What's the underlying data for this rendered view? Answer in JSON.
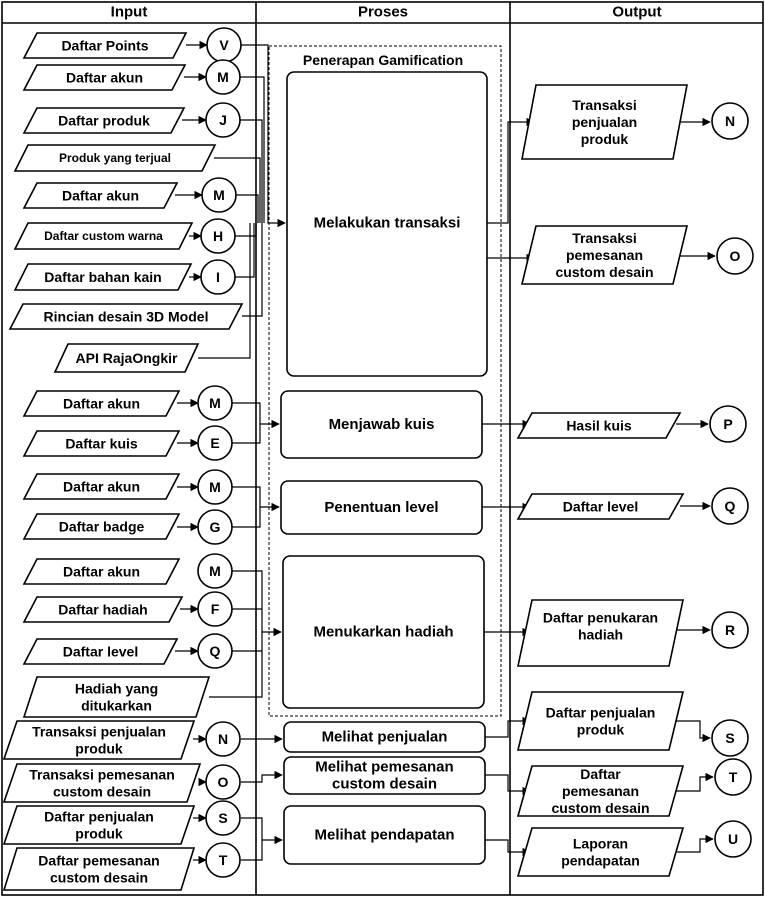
{
  "columns": {
    "input": "Input",
    "process": "Proses",
    "output": "Output"
  },
  "group_label": "Penerapan Gamification",
  "process_row": [
    [
      "Melakukan transaksi"
    ],
    [
      "Menjawab kuis"
    ],
    [
      "Penentuan level"
    ],
    [
      "Menukarkan hadiah"
    ],
    [
      "Melihat penjualan"
    ],
    [
      "Melihat pemesanan",
      "custom desain"
    ],
    [
      "Melihat pendapatan"
    ]
  ],
  "input_lines": [
    [
      "Daftar Points"
    ],
    [
      "Daftar akun"
    ],
    [
      "Daftar produk"
    ],
    [
      "Produk yang terjual"
    ],
    [
      "Daftar akun"
    ],
    [
      "Daftar custom warna"
    ],
    [
      "Daftar bahan kain"
    ],
    [
      "Rincian desain 3D Model"
    ],
    [
      "API RajaOngkir"
    ],
    [
      "Daftar akun"
    ],
    [
      "Daftar kuis"
    ],
    [
      "Daftar akun"
    ],
    [
      "Daftar badge"
    ],
    [
      "Daftar akun"
    ],
    [
      "Daftar hadiah"
    ],
    [
      "Daftar level"
    ],
    [
      "Hadiah yang",
      "ditukarkan"
    ],
    [
      "Transaksi penjualan",
      "produk"
    ],
    [
      "Transaksi pemesanan",
      "custom desain"
    ],
    [
      "Daftar penjualan",
      "produk"
    ],
    [
      "Daftar pemesanan",
      "custom desain"
    ]
  ],
  "input_connectors": [
    "V",
    "M",
    "J",
    "M",
    "H",
    "I",
    "M",
    "E",
    "M",
    "G",
    "M",
    "F",
    "Q",
    "N",
    "O",
    "S",
    "T"
  ],
  "output_lines": [
    [
      "Transaksi",
      "penjualan",
      "produk"
    ],
    [
      "Transaksi",
      "pemesanan",
      "custom desain"
    ],
    [
      "Hasil kuis"
    ],
    [
      "Daftar level"
    ],
    [
      "Daftar penukaran",
      "hadiah"
    ],
    [
      "Daftar penjualan",
      "produk"
    ],
    [
      "Daftar",
      "pemesanan",
      "custom desain"
    ],
    [
      "Laporan",
      "pendapatan"
    ]
  ],
  "output_connectors": [
    "N",
    "O",
    "P",
    "Q",
    "R",
    "S",
    "T",
    "U"
  ]
}
